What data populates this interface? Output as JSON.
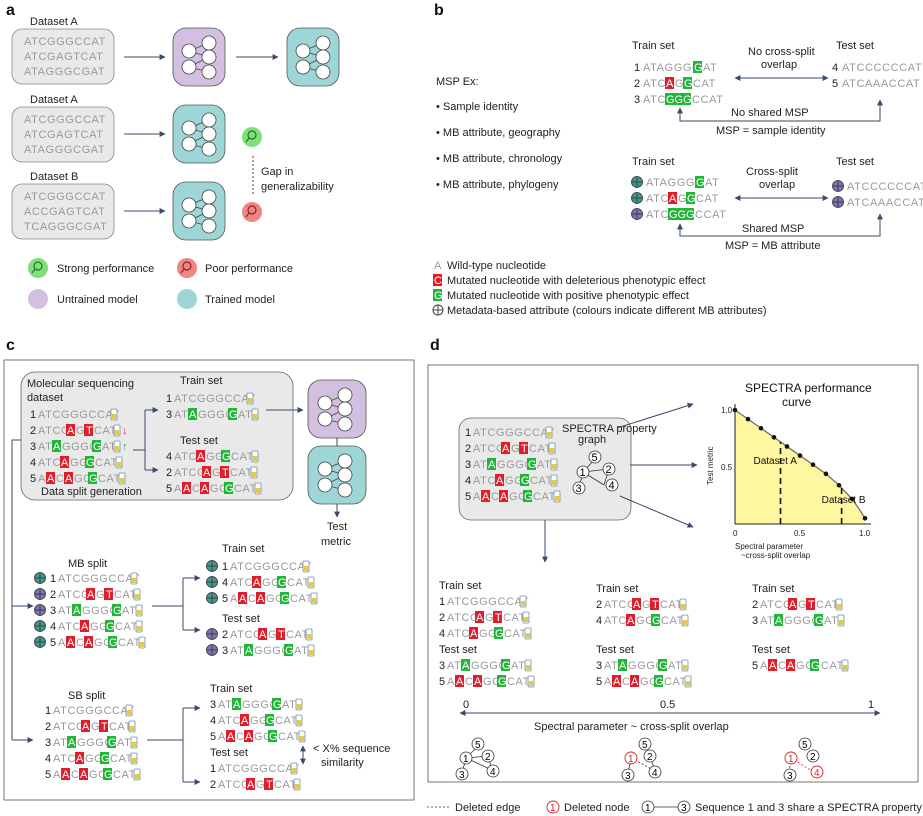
{
  "panels": {
    "a": "a",
    "b": "b",
    "c": "c",
    "d": "d"
  },
  "panel_a": {
    "dataset_a_label": "Dataset A",
    "dataset_b_label": "Dataset B",
    "seqs_a": [
      "ATCGGGCCAT",
      "ATCGAGTCAT",
      "ATAGGGCGAT"
    ],
    "seqs_b": [
      "ATCGGGCCAT",
      "ACCGAGTCAT",
      "TCAGGGCGAT"
    ],
    "gap_label_1": "Gap in",
    "gap_label_2": "generalizability",
    "legend": {
      "strong": "Strong performance",
      "poor": "Poor performance",
      "untrained": "Untrained model",
      "trained": "Trained model"
    }
  },
  "panel_b": {
    "msp_title": "MSP Ex:",
    "msp_items": [
      "• Sample identity",
      "• MB attribute, geography",
      "• MB attribute, chronology",
      "• MB attribute, phylogeny"
    ],
    "train_set": "Train set",
    "test_set": "Test set",
    "top_mid_1": "No cross-split",
    "top_mid_2": "overlap",
    "bot_mid_1": "Cross-split",
    "bot_mid_2": "overlap",
    "no_shared": "No shared MSP",
    "msp_sample": "MSP = sample identity",
    "shared": "Shared MSP",
    "msp_mb": "MSP = MB attribute",
    "test_seqs": [
      "ATCCCCCCAT",
      "ATCAAACCAT"
    ],
    "legend": {
      "wt_key": "A",
      "wt": "Wild-type nucleotide",
      "mut_key": "C",
      "mut": "Mutated nucleotide with deleterious phenotypic effect",
      "pos_key": "G",
      "pos": "Mutated nucleotide with positive phenotypic effect",
      "meta": "Metadata-based attribute (colours indicate different MB attributes)"
    }
  },
  "panel_c": {
    "box_title_1": "Molecular sequencing",
    "box_title_2": "dataset",
    "split_gen": "Data split generation",
    "train_set": "Train set",
    "test_set": "Test set",
    "test_metric_1": "Test",
    "test_metric_2": "metric",
    "mb_split": "MB split",
    "sb_split": "SB split",
    "similarity_1": "< X% sequence",
    "similarity_2": "similarity"
  },
  "panel_d": {
    "curve_title_1": "SPECTRA performance",
    "curve_title_2": "curve",
    "graph_label_1": "SPECTRA property",
    "graph_label_2": "graph",
    "train_set": "Train set",
    "test_set": "Test set",
    "axis_label": "Spectral parameter ~ cross-split overlap",
    "axis_ticks": [
      "0",
      "0.5",
      "1"
    ],
    "legend": {
      "deleted_edge": "Deleted edge",
      "deleted_node": "Deleted node",
      "share_text": "Sequence 1 and 3 share a SPECTRA property",
      "node1": "1",
      "node3": "3"
    }
  },
  "chart_data": {
    "type": "area",
    "title": "SPECTRA performance curve",
    "xlabel": "Spectral parameter ~cross-split overlap",
    "ylabel": "Test metric",
    "xlim": [
      0,
      1.0
    ],
    "ylim": [
      0,
      1.0
    ],
    "xticks": [
      "0",
      "0.5",
      "1.0"
    ],
    "yticks": [
      "0.5",
      "1.0"
    ],
    "x": [
      0,
      0.05,
      0.1,
      0.15,
      0.2,
      0.25,
      0.3,
      0.35,
      0.4,
      0.45,
      0.5,
      0.55,
      0.6,
      0.65,
      0.7,
      0.75,
      0.8,
      0.85,
      0.9,
      0.95,
      1.0
    ],
    "values": [
      1.0,
      0.96,
      0.92,
      0.88,
      0.84,
      0.8,
      0.76,
      0.72,
      0.68,
      0.64,
      0.6,
      0.56,
      0.52,
      0.48,
      0.44,
      0.39,
      0.34,
      0.28,
      0.22,
      0.14,
      0.05
    ],
    "annotations": [
      {
        "label": "Dataset A",
        "x": 0.35
      },
      {
        "label": "Dataset B",
        "x": 0.82
      }
    ],
    "fill_color": "#fff6a0",
    "grid": false
  },
  "colors": {
    "red": "#e01e2b",
    "green": "#22b53a",
    "untrained": "#d3bfe0",
    "trained": "#9ed5d6",
    "box": "#e9e9e9",
    "seq": "#9a9a9a"
  }
}
